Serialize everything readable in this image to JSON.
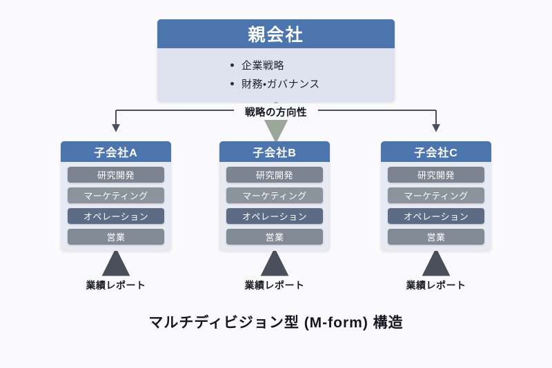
{
  "diagram": {
    "caption": "マルチディビジョン型 (M-form) 構造",
    "background_color": "#faf9fc",
    "accent_color": "#4c74ad",
    "panel_color": "#dfe3ef",
    "connector_color": "#4a4f5c",
    "center_arrow_color": "#9aa79a"
  },
  "parent": {
    "title": "親会社",
    "items": [
      {
        "label": "企業戦略"
      },
      {
        "label": "財務・ガバナンス"
      }
    ]
  },
  "flows": {
    "downward_label": "戦略の方向性",
    "upward_label": "業績レポート"
  },
  "function_rows": [
    {
      "label": "研究開発",
      "color": "#7c8492"
    },
    {
      "label": "マーケティング",
      "color": "#8b939d"
    },
    {
      "label": "オペレーション",
      "color": "#5d6b85"
    },
    {
      "label": "営業",
      "color": "#828a96"
    }
  ],
  "subsidiaries": [
    {
      "title": "子会社A",
      "report_label": "業績レポート",
      "functions": [
        "研究開発",
        "マーケティング",
        "オペレーション",
        "営業"
      ]
    },
    {
      "title": "子会社B",
      "report_label": "業績レポート",
      "functions": [
        "研究開発",
        "マーケティング",
        "オペレーション",
        "営業"
      ]
    },
    {
      "title": "子会社C",
      "report_label": "業績レポート",
      "functions": [
        "研究開発",
        "マーケティング",
        "オペレーション",
        "営業"
      ]
    }
  ]
}
